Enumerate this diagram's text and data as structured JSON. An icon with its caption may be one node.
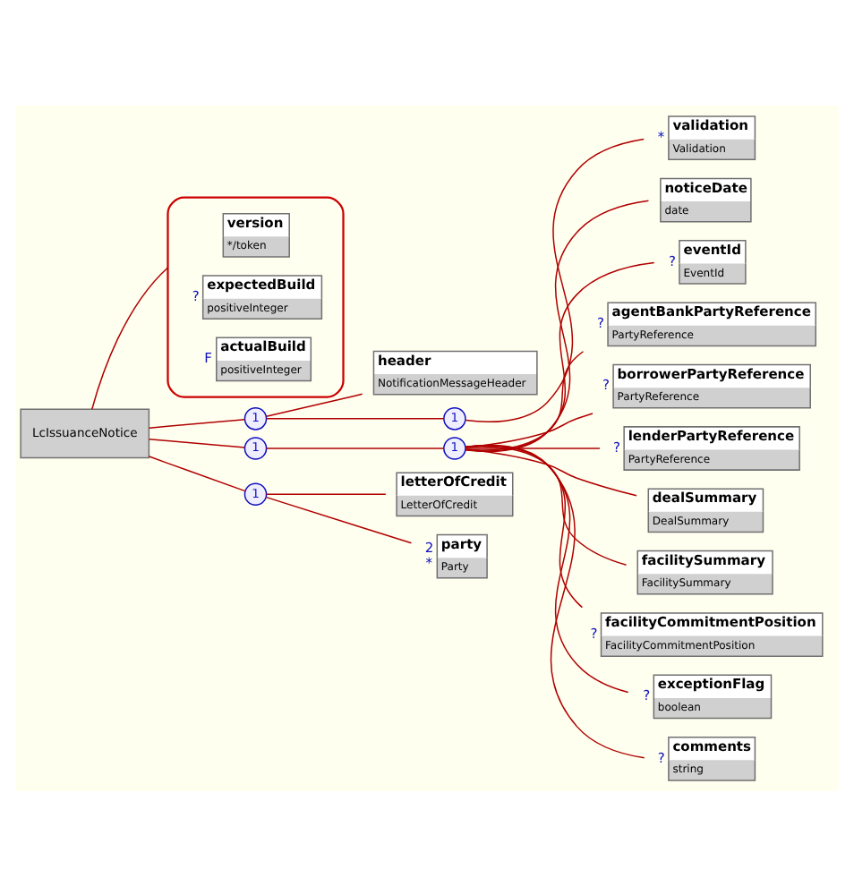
{
  "diagram": {
    "nodes": [
      {
        "text": [
          "LcIssuanceNotice"
        ]
      },
      {
        "text": [],
        "shape": "box"
      },
      {
        "text": [
          "version",
          "*/token"
        ],
        "in": 1
      },
      {
        "text": [
          "expectedBuild",
          "positiveInteger"
        ],
        "in": 1,
        "beside": [
          "?"
        ]
      },
      {
        "text": [
          "actualBuild",
          "positiveInteger"
        ],
        "in": 1,
        "beside": [
          "F"
        ]
      },
      {
        "text": [
          "1"
        ]
      },
      {
        "text": [
          "header",
          "NotificationMessageHeader"
        ]
      },
      {
        "text": [
          "1"
        ]
      },
      {
        "text": [
          "validation",
          "Validation"
        ],
        "beside": [
          "*"
        ]
      },
      {
        "text": [
          "1"
        ]
      },
      {
        "text": [
          "1"
        ]
      },
      {
        "text": [
          "noticeDate",
          "date"
        ]
      },
      {
        "text": [
          "eventId",
          "EventId"
        ],
        "beside": [
          "?"
        ]
      },
      {
        "text": [
          "agentBankPartyReference",
          "PartyReference"
        ],
        "beside": [
          "?"
        ]
      },
      {
        "text": [
          "borrowerPartyReference",
          "PartyReference"
        ],
        "beside": [
          "?"
        ]
      },
      {
        "text": [
          "lenderPartyReference",
          "PartyReference"
        ],
        "beside": [
          "?"
        ]
      },
      {
        "text": [
          "dealSummary",
          "DealSummary"
        ]
      },
      {
        "text": [
          "facilitySummary",
          "FacilitySummary"
        ]
      },
      {
        "text": [
          "facilityCommitmentPosition",
          "FacilityCommitmentPosition"
        ],
        "beside": [
          "?"
        ]
      },
      {
        "text": [
          "exceptionFlag",
          "boolean"
        ],
        "beside": [
          "?"
        ]
      },
      {
        "text": [
          "comments",
          "string"
        ],
        "beside": [
          "?"
        ]
      },
      {
        "text": [
          "1"
        ]
      },
      {
        "text": [
          "letterOfCredit",
          "LetterOfCredit"
        ]
      },
      {
        "text": [
          "party",
          "Party"
        ],
        "beside": [
          "2",
          "*"
        ]
      }
    ],
    "edges": [
      {
        "from": 0,
        "to": 1,
        "arrow": "none"
      },
      {
        "from": 0,
        "to": 5,
        "arrow": "none"
      },
      {
        "from": 5,
        "to": 6,
        "arrow": "none"
      },
      {
        "from": 5,
        "to": 7,
        "arrow": "none"
      },
      {
        "from": 7,
        "to": 8,
        "arrow": "none"
      },
      {
        "from": 0,
        "to": 9,
        "arrow": "none"
      },
      {
        "from": 9,
        "to": 10,
        "arrow": "none"
      },
      {
        "from": 10,
        "to": 11,
        "arrow": "none"
      },
      {
        "from": 10,
        "to": 12,
        "arrow": "none"
      },
      {
        "from": 10,
        "to": 13,
        "arrow": "none"
      },
      {
        "from": 10,
        "to": 14,
        "arrow": "none"
      },
      {
        "from": 10,
        "to": 15,
        "arrow": "none"
      },
      {
        "from": 10,
        "to": 16,
        "arrow": "none"
      },
      {
        "from": 10,
        "to": 17,
        "arrow": "none"
      },
      {
        "from": 10,
        "to": 18,
        "arrow": "none"
      },
      {
        "from": 10,
        "to": 19,
        "arrow": "none"
      },
      {
        "from": 10,
        "to": 20,
        "arrow": "none"
      },
      {
        "from": 0,
        "to": 21,
        "arrow": "none"
      },
      {
        "from": 21,
        "to": 22,
        "arrow": "none"
      },
      {
        "from": 21,
        "to": 23,
        "arrow": "none"
      }
    ]
  }
}
